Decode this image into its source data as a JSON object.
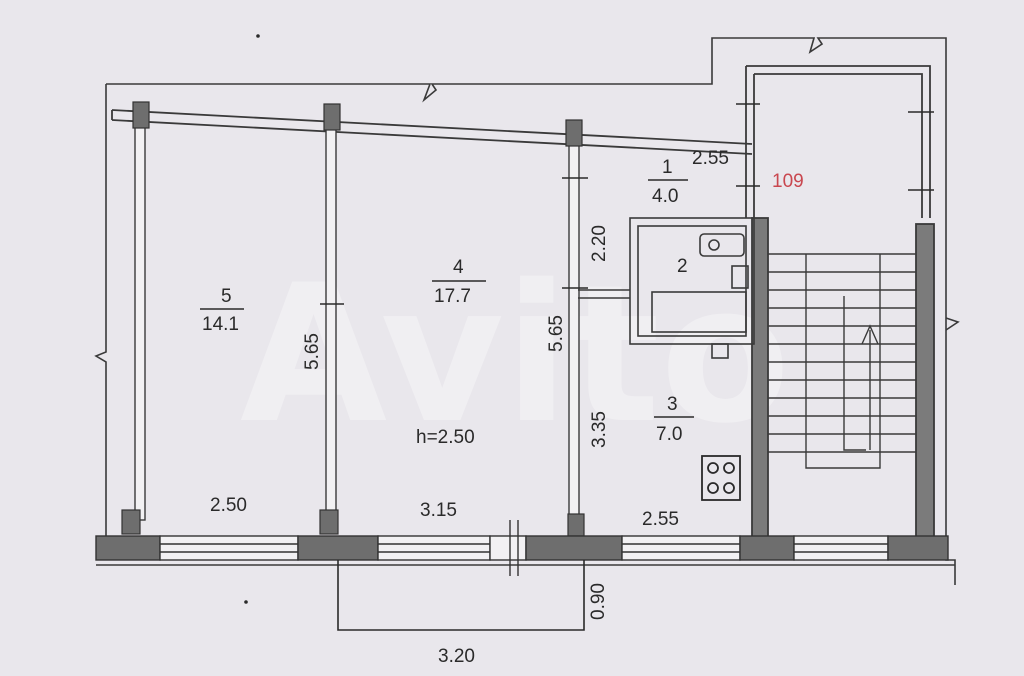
{
  "plan": {
    "ceiling_height": "h=2.50",
    "apartment_number": "109",
    "watermark": "Avito",
    "rooms": [
      {
        "number": "1",
        "area": "4.0"
      },
      {
        "number": "2"
      },
      {
        "number": "3",
        "area": "7.0"
      },
      {
        "number": "4",
        "area": "17.7"
      },
      {
        "number": "5",
        "area": "14.1"
      }
    ],
    "dimensions": {
      "room5_width": "2.50",
      "room4_width": "3.15",
      "room3_width": "2.55",
      "room1_width": "2.55",
      "room5_length": "5.65",
      "room4_length": "5.65",
      "bath_length": "2.20",
      "kitchen_length": "3.35",
      "balcony_depth": "0.90",
      "balcony_width": "3.20"
    }
  },
  "colors": {
    "background": "#e9e7ec",
    "wall": "#3a3a3a",
    "accent": "#c9474f"
  }
}
